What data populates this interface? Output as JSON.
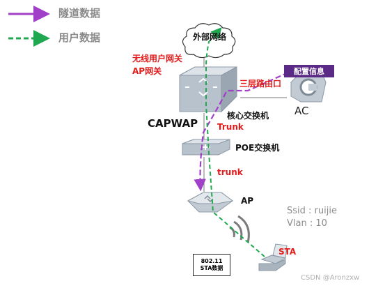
{
  "legend": {
    "tunnel_label": "隧道数据",
    "user_label": "用户数据",
    "tunnel_color": "#a040c8",
    "user_color": "#1fa84f"
  },
  "nodes": {
    "cloud_label": "外部网络",
    "core_switch_label": "核心交换机",
    "poe_switch_label": "POE交换机",
    "ap_label": "AP",
    "ac_label": "AC",
    "ac_badge": "配置信息",
    "sta_label": "STA",
    "sta_box_line1": "802.11",
    "sta_box_line2": "STA数据"
  },
  "annotations": {
    "wireless_gw_1": "无线用户网关",
    "wireless_gw_2": "AP网关",
    "l3_exit": "三层路由口",
    "capwap": "CAPWAP",
    "trunk_upper": "Trunk",
    "trunk_lower": "trunk",
    "ssid": "Ssid : ruijie",
    "vlan": "Vlan : 10"
  },
  "watermark": "CSDN @Aronzxw",
  "colors": {
    "device_fill": "#c8d0d8",
    "device_stroke": "#8b98a6",
    "ap_wave": "#7b7b7b",
    "red_text": "#e31b1b",
    "purple_badge": "#5b2a86"
  }
}
